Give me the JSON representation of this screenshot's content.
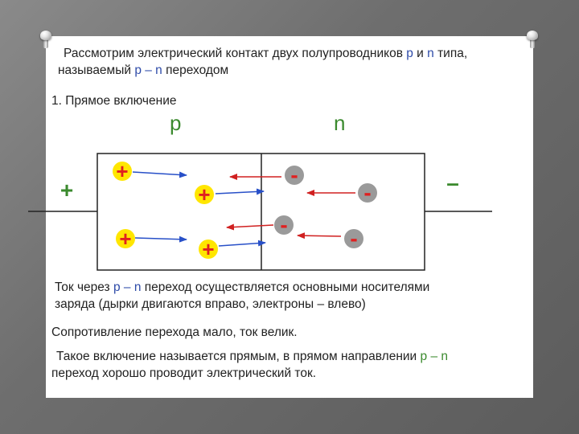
{
  "intro": {
    "line1_a": "Рассмотрим электрический контакт двух полупроводников ",
    "line1_p": "р",
    "line1_b": " и ",
    "line1_n": "n",
    "line1_c": "  типа,",
    "line2_a": "называемый ",
    "line2_pn": "р – n",
    "line2_b": " переходом"
  },
  "heading": "1. Прямое включение",
  "diagram": {
    "label_p": "р",
    "label_n": "n",
    "plus_terminal": "+",
    "minus_terminal": "–",
    "hole_sign": "+",
    "electron_sign": "-",
    "colors": {
      "hole_fill": "#ffe600",
      "hole_sign": "#e02020",
      "electron_fill": "#9a9a9a",
      "electron_sign": "#e02020",
      "hole_arrow": "#2850c8",
      "electron_arrow": "#d02020",
      "label": "#3b8a2e"
    }
  },
  "para1": {
    "a": "Ток через ",
    "pn": "р – n",
    "b": " переход осуществляется основными носителями",
    "line2": "заряда (дырки двигаются вправо, электроны – влево)"
  },
  "para2": "Сопротивление перехода мало, ток велик.",
  "para3": {
    "a": "Такое включение называется прямым, в прямом направлении ",
    "pn": "р – n",
    "line2": "переход хорошо проводит электрический ток."
  }
}
